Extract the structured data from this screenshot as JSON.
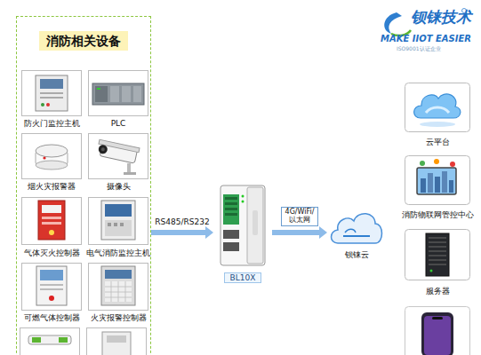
{
  "diagram": {
    "nodes": [
      {
        "text": [
          "消防相关设备"
        ]
      },
      {
        "text": [
          "防火门监控主机"
        ],
        "in": 0
      },
      {
        "text": [
          "PLC"
        ],
        "in": 0
      },
      {
        "text": [
          "烟火灾报警器"
        ],
        "in": 0
      },
      {
        "text": [
          "摄像头"
        ],
        "in": 0
      },
      {
        "text": [
          "气体灭火控制器"
        ],
        "in": 0
      },
      {
        "text": [
          "电气消防监控主机"
        ],
        "in": 0
      },
      {
        "text": [
          "可燃气体控制器"
        ],
        "in": 0
      },
      {
        "text": [
          "火灾报警控制器"
        ],
        "in": 0
      },
      {
        "text": [
          "BL10X"
        ]
      },
      {
        "text": [
          "钡铼云"
        ]
      },
      {
        "text": [
          "云平台"
        ]
      },
      {
        "text": [
          "消防物联网管控中心"
        ]
      },
      {
        "text": [
          "服务器"
        ]
      }
    ],
    "edges": [
      {
        "from": 0,
        "to": 9,
        "label": "RS485/RS232",
        "arrow": "to"
      },
      {
        "from": 9,
        "to": 10,
        "label": "4G/WiFi/ 以太网",
        "arrow": "to"
      }
    ],
    "labels": [
      "钡铼技术",
      "MAKE IIOT EASIER",
      "ISO9001认证企业"
    ]
  }
}
